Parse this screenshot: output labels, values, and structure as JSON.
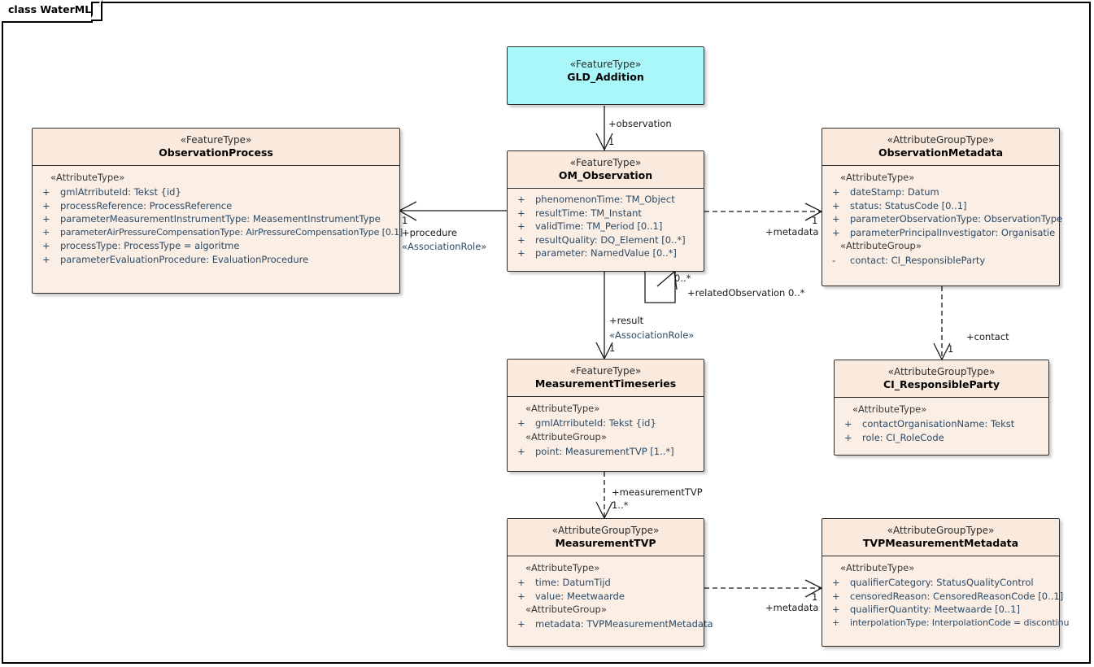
{
  "diagram": {
    "title": "class WaterML",
    "colors": {
      "class_fill": "#fbeee4",
      "header_fill": "#faeade",
      "highlight_fill": "#aaf7fa",
      "border": "#2b2b2b",
      "attribute_text": "#2b4a66"
    }
  },
  "classes": {
    "gld_addition": {
      "stereotype": "«FeatureType»",
      "name": "GLD_Addition",
      "sections": []
    },
    "observation_process": {
      "stereotype": "«FeatureType»",
      "name": "ObservationProcess",
      "sections": [
        {
          "group": "«AttributeType»",
          "attributes": [
            {
              "vis": "+",
              "text": "gmlAtrributeId: Tekst {id}"
            },
            {
              "vis": "+",
              "text": "processReference: ProcessReference"
            },
            {
              "vis": "+",
              "text": "parameterMeasurementInstrumentType: MeasementInstrumentType"
            },
            {
              "vis": "+",
              "text": "parameterAirPressureCompensationType: AirPressureCompensationType [0.1]"
            },
            {
              "vis": "+",
              "text": "processType: ProcessType = algoritme"
            },
            {
              "vis": "+",
              "text": "parameterEvaluationProcedure: EvaluationProcedure"
            }
          ]
        }
      ]
    },
    "om_observation": {
      "stereotype": "«FeatureType»",
      "name": "OM_Observation",
      "sections": [
        {
          "group": "",
          "attributes": [
            {
              "vis": "+",
              "text": "phenomenonTime: TM_Object"
            },
            {
              "vis": "+",
              "text": "resultTime: TM_Instant"
            },
            {
              "vis": "+",
              "text": "validTime: TM_Period [0..1]"
            },
            {
              "vis": "+",
              "text": "resultQuality: DQ_Element [0..*]"
            },
            {
              "vis": "+",
              "text": "parameter: NamedValue [0..*]"
            }
          ]
        }
      ]
    },
    "observation_metadata": {
      "stereotype": "«AttributeGroupType»",
      "name": "ObservationMetadata",
      "sections": [
        {
          "group": "«AttributeType»",
          "attributes": [
            {
              "vis": "+",
              "text": "dateStamp: Datum"
            },
            {
              "vis": "+",
              "text": "status: StatusCode [0..1]"
            },
            {
              "vis": "+",
              "text": "parameterObservationType: ObservationType"
            },
            {
              "vis": "+",
              "text": "parameterPrincipalInvestigator: Organisatie"
            }
          ]
        },
        {
          "group": "«AttributeGroup»",
          "attributes": [
            {
              "vis": "-",
              "text": "contact: CI_ResponsibleParty"
            }
          ]
        }
      ]
    },
    "measurement_timeseries": {
      "stereotype": "«FeatureType»",
      "name": "MeasurementTimeseries",
      "sections": [
        {
          "group": "«AttributeType»",
          "attributes": [
            {
              "vis": "+",
              "text": "gmlAtrributeId: Tekst {id}"
            }
          ]
        },
        {
          "group": "«AttributeGroup»",
          "attributes": [
            {
              "vis": "+",
              "text": "point: MeasurementTVP [1..*]"
            }
          ]
        }
      ]
    },
    "ci_responsibleparty": {
      "stereotype": "«AttributeGroupType»",
      "name": "CI_ResponsibleParty",
      "sections": [
        {
          "group": "«AttributeType»",
          "attributes": [
            {
              "vis": "+",
              "text": "contactOrganisationName: Tekst"
            },
            {
              "vis": "+",
              "text": "role: CI_RoleCode"
            }
          ]
        }
      ]
    },
    "measurement_tvp": {
      "stereotype": "«AttributeGroupType»",
      "name": "MeasurementTVP",
      "sections": [
        {
          "group": "«AttributeType»",
          "attributes": [
            {
              "vis": "+",
              "text": "time: DatumTijd"
            },
            {
              "vis": "+",
              "text": "value: Meetwaarde"
            }
          ]
        },
        {
          "group": "«AttributeGroup»",
          "attributes": [
            {
              "vis": "+",
              "text": "metadata: TVPMeasurementMetadata"
            }
          ]
        }
      ]
    },
    "tvp_measurement_metadata": {
      "stereotype": "«AttributeGroupType»",
      "name": "TVPMeasurementMetadata",
      "sections": [
        {
          "group": "«AttributeType»",
          "attributes": [
            {
              "vis": "+",
              "text": "qualifierCategory: StatusQualityControl"
            },
            {
              "vis": "+",
              "text": "censoredReason: CensoredReasonCode [0..1]"
            },
            {
              "vis": "+",
              "text": "qualifierQuantity: Meetwaarde [0..1]"
            },
            {
              "vis": "+",
              "text": "interpolationType: InterpolationCode = discontinu"
            }
          ]
        }
      ]
    }
  },
  "connectors": {
    "observation": {
      "role": "+observation",
      "mult": "1"
    },
    "procedure": {
      "mult": "1",
      "role": "+procedure",
      "stereotype": "«AssociationRole»"
    },
    "metadata_top": {
      "mult": "1",
      "role": "+metadata"
    },
    "related_observation": {
      "mult_source": "0..*",
      "role": "+relatedObservation 0..*"
    },
    "result": {
      "role": "+result",
      "stereotype": "«AssociationRole»",
      "mult": "1"
    },
    "contact": {
      "role": "+contact",
      "mult": "1"
    },
    "measurement_tvp": {
      "role": "+measurementTVP",
      "mult": "1..*"
    },
    "metadata_bottom": {
      "mult": "1",
      "role": "+metadata"
    }
  }
}
